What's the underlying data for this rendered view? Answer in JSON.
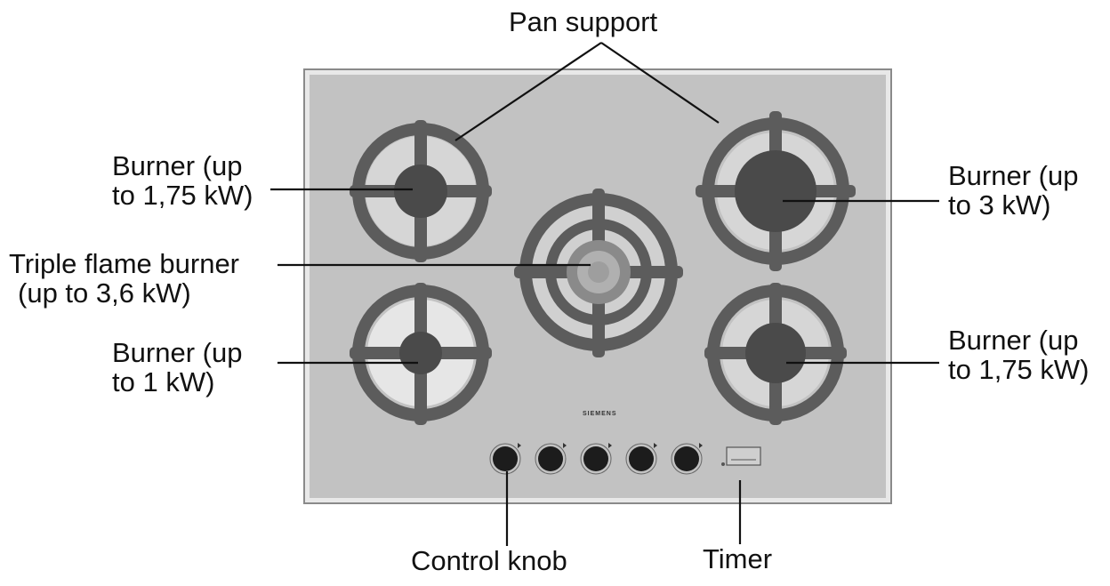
{
  "labels": {
    "pan_support": "Pan support",
    "burner_top_left": [
      "Burner (up",
      "to 1,75 kW)"
    ],
    "burner_top_right": [
      "Burner (up",
      "to 3 kW)"
    ],
    "triple_flame": [
      "Triple flame burner",
      "(up to 3,6 kW)"
    ],
    "burner_bottom_left": [
      "Burner (up",
      "to 1 kW)"
    ],
    "burner_bottom_right": [
      "Burner (up",
      "to 1,75 kW)"
    ],
    "control_knob": "Control knob",
    "timer": "Timer"
  },
  "brand": "SIEMENS",
  "colors": {
    "hob_surface": "#c2c2c2",
    "hob_edge": "#9a9a9a",
    "pan_support": "#5c5c5c",
    "burner_cap": "#4a4a4a",
    "bowl": "#d8d8d8",
    "knob": "#1c1c1c",
    "leader_line": "#111111"
  },
  "icons": [
    "gas-hob",
    "pan-support",
    "burner",
    "triple-flame-burner",
    "control-knob",
    "timer-display"
  ]
}
